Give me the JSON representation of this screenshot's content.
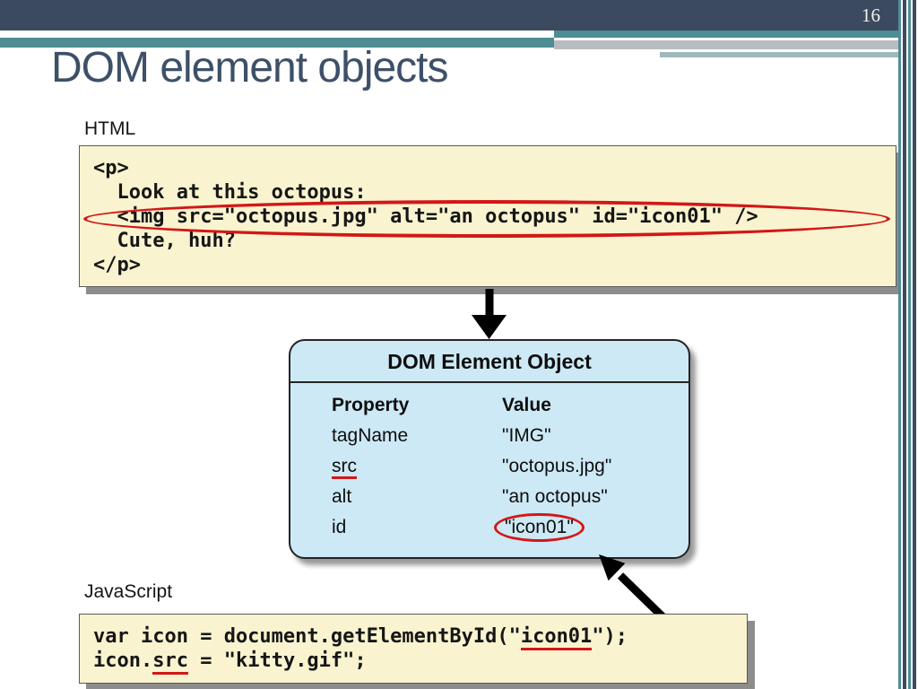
{
  "slide": {
    "number": "16",
    "title": "DOM element objects"
  },
  "html_section": {
    "label": "HTML",
    "code_lines": [
      "<p>",
      "  Look at this octopus:",
      "  <img src=\"octopus.jpg\" alt=\"an octopus\" id=\"icon01\" />",
      "  Cute, huh?",
      "</p>"
    ]
  },
  "dom_object_box": {
    "title": "DOM Element Object",
    "header": {
      "property": "Property",
      "value": "Value"
    },
    "rows": [
      {
        "property": "tagName",
        "value": "\"IMG\""
      },
      {
        "property": "src",
        "value": "\"octopus.jpg\""
      },
      {
        "property": "alt",
        "value": "\"an octopus\""
      },
      {
        "property": "id",
        "value": "\"icon01\""
      }
    ]
  },
  "javascript_section": {
    "label": "JavaScript",
    "line1": {
      "pre": "var icon = document.getElementById(\"",
      "highlight": "icon01",
      "post": "\");"
    },
    "line2": {
      "pre": "icon.",
      "highlight": "src",
      "post": " = \"kitty.gif\";"
    }
  },
  "colors": {
    "header_bar": "#3b4a5e",
    "accent_teal": "#4f8d95",
    "accent_gray": "#b8bcc0",
    "title_text": "#3d5068",
    "code_box_bg": "#f9f4cf",
    "dom_box_bg": "#cde9f6",
    "annotation_red": "#d31717"
  }
}
